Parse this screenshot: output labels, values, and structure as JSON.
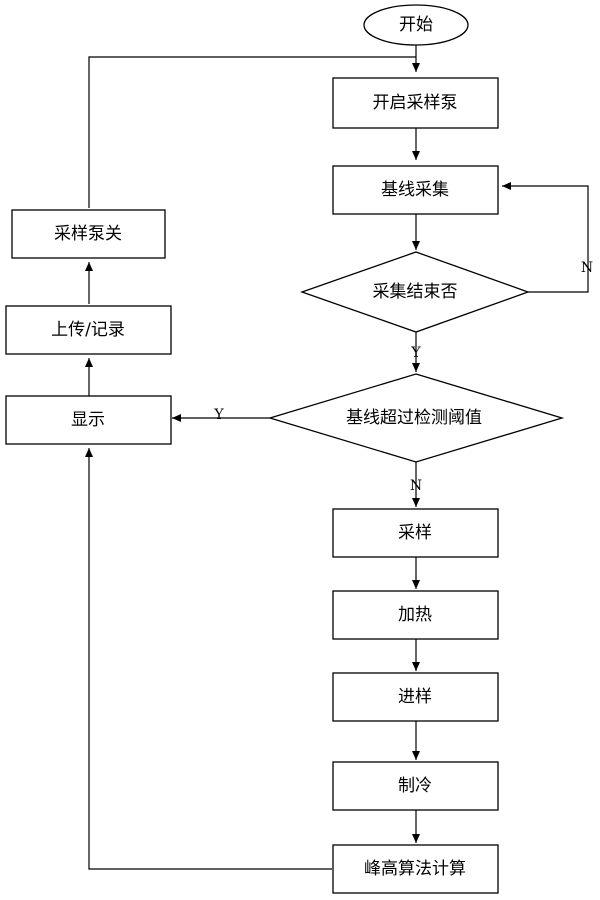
{
  "nodes": {
    "start": "开始",
    "open_pump": "开启采样泵",
    "baseline_collect": "基线采集",
    "collect_done": "采集结束否",
    "baseline_over": "基线超过检测阈值",
    "sample": "采样",
    "heat": "加热",
    "inject": "进样",
    "cool": "制冷",
    "peak_calc": "峰高算法计算",
    "display": "显示",
    "upload": "上传/记录",
    "pump_off": "采样泵关"
  },
  "edge_labels": {
    "collect_no": "N",
    "collect_yes": "Y",
    "over_yes": "Y",
    "over_no": "N"
  }
}
